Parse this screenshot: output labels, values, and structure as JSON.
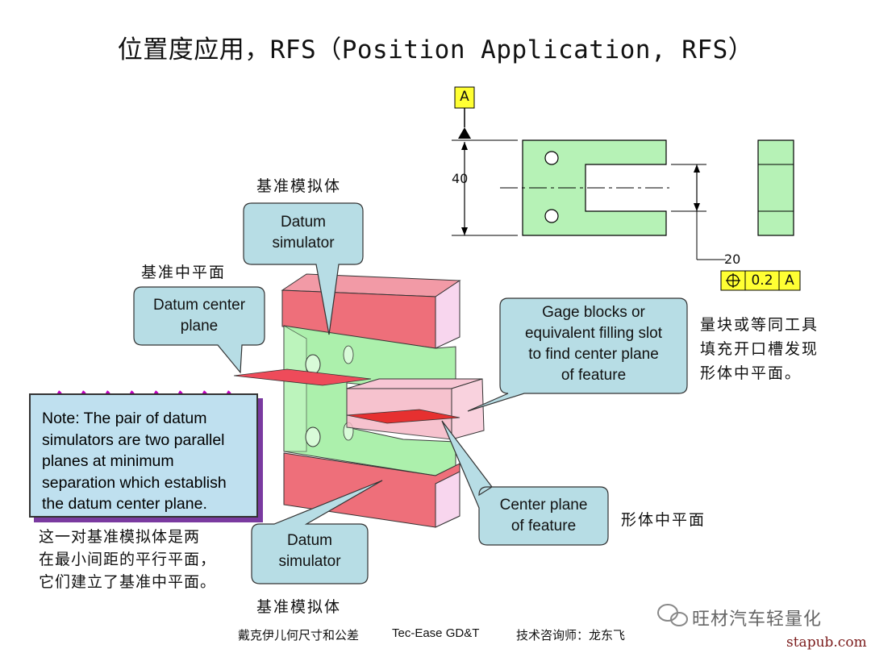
{
  "title": "位置度应用，RFS（Position Application, RFS）",
  "labels": {
    "datum_simulator_cn_top": "基准模拟体",
    "datum_center_plane_cn": "基准中平面",
    "gage_blocks_cn_line1": "量块或等同工具",
    "gage_blocks_cn_line2": "填充开口槽发现",
    "gage_blocks_cn_line3": "形体中平面。",
    "center_plane_cn": "形体中平面",
    "datum_simulator_cn_bottom": "基准模拟体"
  },
  "callouts": {
    "datum_simulator_top": [
      "Datum",
      "simulator"
    ],
    "datum_center_plane": [
      "Datum center",
      "plane"
    ],
    "gage_blocks": [
      "Gage blocks or",
      "equivalent filling slot",
      "to find center plane",
      "of feature"
    ],
    "center_plane_feature": [
      "Center plane",
      "of feature"
    ],
    "datum_simulator_bottom": [
      "Datum",
      "simulator"
    ]
  },
  "note": {
    "lines": [
      "Note:  The pair of datum",
      "simulators are two parallel",
      "planes at minimum",
      "separation which establish",
      "the datum center plane."
    ],
    "cn_lines": [
      "这一对基准模拟体是两",
      "在最小间距的平行平面，",
      "它们建立了基准中平面。"
    ]
  },
  "drawing": {
    "datum_letter": "A",
    "dim_40": "40",
    "dim_20": "20",
    "fcf_tolerance": "0.2",
    "fcf_datum": "A"
  },
  "footer": {
    "left": "戴克伊儿何尺寸和公差",
    "center": "Tec-Ease GD&T",
    "right": "技术咨询师：龙东飞"
  },
  "watermark": "旺材汽车轻量化",
  "site": "stapub.com",
  "colors": {
    "part_green": "#b6f2b6",
    "simulator_red": "#ee6f7a",
    "simulator_pink": "#f8d6ee",
    "callout_fill": "#b7dde5",
    "fcf_yellow": "#ffff33",
    "note_purple": "#7a3aa0"
  }
}
